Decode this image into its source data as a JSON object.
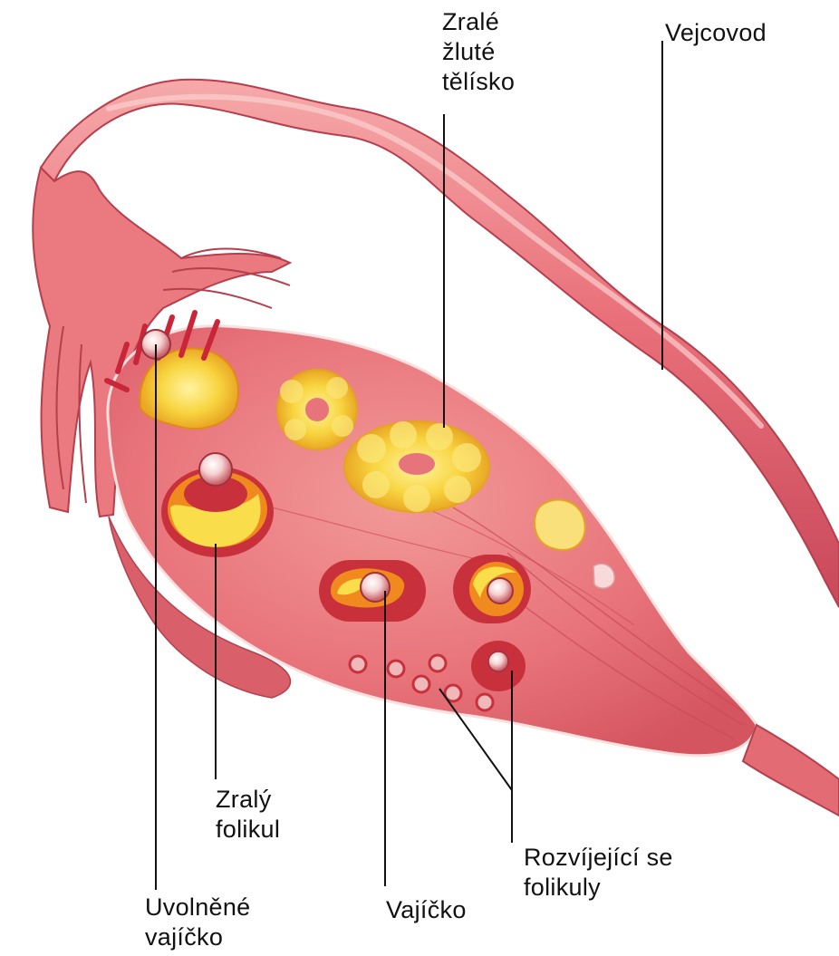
{
  "labels": {
    "mature_corpus_luteum": [
      "Zralé",
      "žluté",
      "tělísko"
    ],
    "oviduct": "Vejcovod",
    "mature_follicle": [
      "Zralý",
      "folikul"
    ],
    "released_egg": [
      "Uvolněné",
      "vajíčko"
    ],
    "egg": "Vajíčko",
    "developing_follicles": [
      "Rozvíjející se",
      "folikuly"
    ]
  },
  "colors": {
    "tissue": "#e8727a",
    "tissue_dark": "#c94a55",
    "tissue_light": "#f4a5a8",
    "follicle_yellow": "#f7d23c",
    "follicle_orange": "#f08a1e",
    "follicle_red": "#c8313b",
    "leader_line": "#111111"
  }
}
